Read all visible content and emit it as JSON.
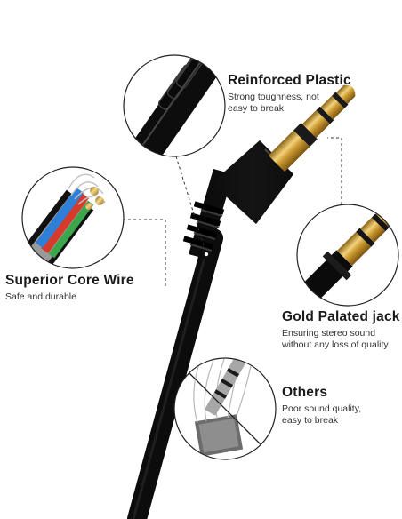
{
  "features": {
    "reinforced": {
      "title": "Reinforced Plastic",
      "desc": "Strong toughness, not\neasy to break"
    },
    "core_wire": {
      "title": "Superior Core Wire",
      "desc": "Safe and durable"
    },
    "gold_jack": {
      "title": "Gold Palated jack",
      "desc": "Ensuring stereo sound\nwithout any loss of quality"
    },
    "others": {
      "title": "Others",
      "desc": "Poor sound quality,\neasy to break"
    }
  },
  "colors": {
    "cable": "#111111",
    "gold": "#c9a03a",
    "accent_blue": "#2f7fd8",
    "accent_red": "#d63a2a",
    "accent_green": "#3aa84a",
    "callout_line": "#333333"
  }
}
